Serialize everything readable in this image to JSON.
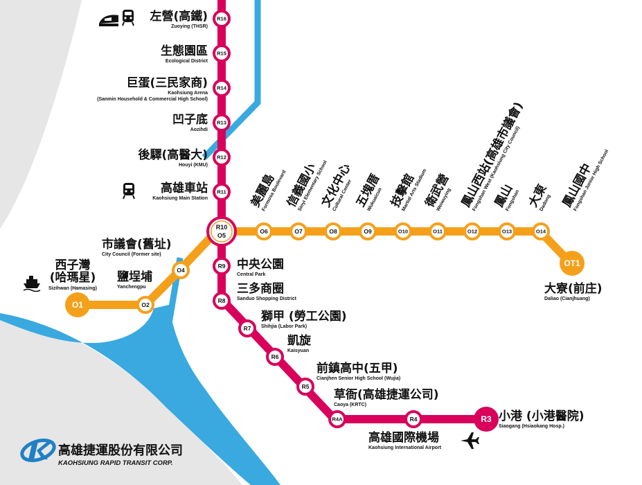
{
  "colors": {
    "red_line": "#d8005b",
    "orange_line": "#f5a01a",
    "water": "#39a9e0",
    "land": "#e6e6e6",
    "logo_blue": "#1f80c6"
  },
  "stations": {
    "R16": {
      "code": "R16",
      "zh": "左營(高鐵)",
      "en": "Zuoying (THSR)"
    },
    "R15": {
      "code": "R15",
      "zh": "生態園區",
      "en": "Ecological District"
    },
    "R14": {
      "code": "R14",
      "zh": "巨蛋(三民家商)",
      "en": "Kaohsiung Arena",
      "en2": "(Sanmin Household & Commercial High School)"
    },
    "R13": {
      "code": "R13",
      "zh": "凹子底",
      "en": "Aozihdi"
    },
    "R12": {
      "code": "R12",
      "zh": "後驛(高醫大)",
      "en": "Houyi (KMU)"
    },
    "R11": {
      "code": "R11",
      "zh": "高雄車站",
      "en": "Kaohsiung Main Station"
    },
    "R10": {
      "code": "R10",
      "code2": "O5",
      "zh": "美麗島",
      "en": "Formosa Boulevard"
    },
    "R9": {
      "code": "R9",
      "zh": "中央公園",
      "en": "Central Park"
    },
    "R8": {
      "code": "R8",
      "zh": "三多商圈",
      "en": "Sanduo Shopping District"
    },
    "R7": {
      "code": "R7",
      "zh": "獅甲 (勞工公園)",
      "en": "Shihjia (Labor Park)"
    },
    "R6": {
      "code": "R6",
      "zh": "凱旋",
      "en": "Kaisyuan"
    },
    "R5": {
      "code": "R5",
      "zh": "前鎮高中(五甲)",
      "en": "Cianjhen Senior High School (Wujia)"
    },
    "R4A": {
      "code": "R4A",
      "zh": "草衙(高雄捷運公司)",
      "en": "Caoya (KRTC)"
    },
    "R4": {
      "code": "R4",
      "zh": "高雄國際機場",
      "en": "Kaohsiung International Airport"
    },
    "R3": {
      "code": "R3",
      "zh": "小港 (小港醫院)",
      "en": "Siaogang (Hsiaokang Hosp.)"
    },
    "O1": {
      "code": "O1",
      "zh": "西子灣",
      "zh2": "(哈瑪星)",
      "en": "Sizihwan (Hamasing)"
    },
    "O2": {
      "code": "O2",
      "zh": "鹽埕埔",
      "en": "Yanchengpu"
    },
    "O4": {
      "code": "O4",
      "zh": "市議會(舊址)",
      "en": "City Council (Former site)"
    },
    "O6": {
      "code": "O6",
      "zh": "信義國小",
      "en": "Sinyi Elementary School"
    },
    "O7": {
      "code": "O7",
      "zh": "文化中心",
      "en": "Cultural Center"
    },
    "O8": {
      "code": "O8",
      "zh": "五塊厝",
      "en": "Wukuaicuo"
    },
    "O9": {
      "code": "O9",
      "zh": "技擊館",
      "en": "Martial Arts Stadium"
    },
    "O10": {
      "code": "O10",
      "zh": "衛武營",
      "en": "Weiwuying"
    },
    "O11": {
      "code": "O11",
      "zh": "鳳山西站(高雄市議會)",
      "en": "Fongshan West (Kaohsiung City Council)"
    },
    "O12": {
      "code": "O12",
      "zh": "鳳山",
      "en": "Fongshan"
    },
    "O13": {
      "code": "O13",
      "zh": "大東",
      "en": "Dadong"
    },
    "O14": {
      "code": "O14",
      "zh": "鳳山國中",
      "en": "Fongshan Junior High School"
    },
    "OT1": {
      "code": "OT1",
      "zh": "大寮(前庄)",
      "en": "Daliao (Cianjhuang)"
    }
  },
  "icons": {
    "thsr": "high-speed-train-icon",
    "tra_zuoying": "train-front-icon",
    "tra_main": "train-front-icon",
    "ferry": "ferry-icon",
    "airport": "airplane-icon"
  },
  "logo": {
    "zh": "高雄捷運股份有限公司",
    "en": "KAOHSIUNG RAPID TRANSIT CORP."
  }
}
